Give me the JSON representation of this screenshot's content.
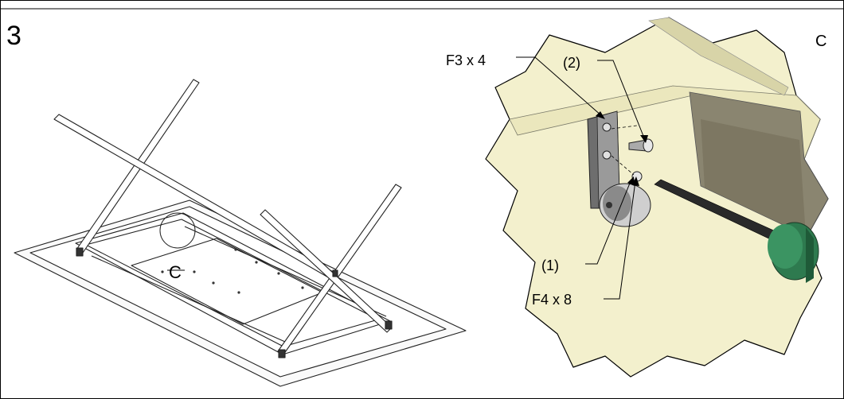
{
  "step_number": "3",
  "detail_letter": "C",
  "overview_callout": "C",
  "labels": {
    "screw_f3": "F3 x 4",
    "screw_f4": "F4 x 8",
    "part_2": "(2)",
    "part_1": "(1)"
  },
  "colors": {
    "detail_background": "#f3f0cd",
    "bracket": "#6e6e6e",
    "handle_green": "#2e7a4f",
    "frame_line": "#000000"
  }
}
